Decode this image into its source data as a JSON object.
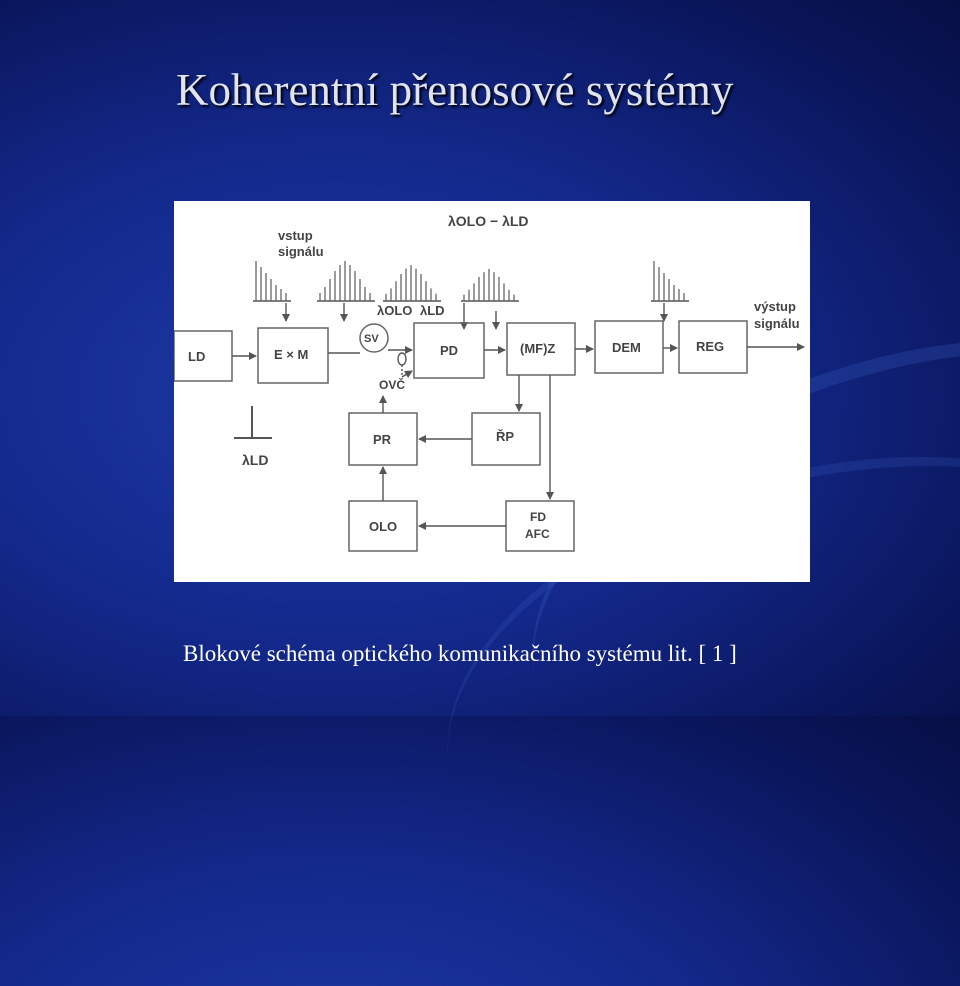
{
  "slide": {
    "title": "Koherentní přenosové systémy",
    "caption": "Blokové schéma optického komunikačního systému lit. [ 1 ]"
  },
  "diagram": {
    "label_vstup": "vstup",
    "label_signalu": "signálu",
    "label_vystup": "výstup",
    "label_vystup_signalu": "signálu",
    "lambda_diff": "λOLO − λLD",
    "lambda_olo": "λOLO",
    "lambda_ld": "λLD",
    "lambda_ld_bottom": "λLD",
    "blocks": {
      "ld": "LD",
      "exm": "E × M",
      "sv": "SV",
      "pd": "PD",
      "mfz": "(MF)Z",
      "dem": "DEM",
      "reg": "REG",
      "ovc": "OVČ",
      "pr": "PR",
      "rp": "ŘP",
      "olo": "OLO",
      "fd": "FD",
      "afc": "AFC"
    }
  }
}
